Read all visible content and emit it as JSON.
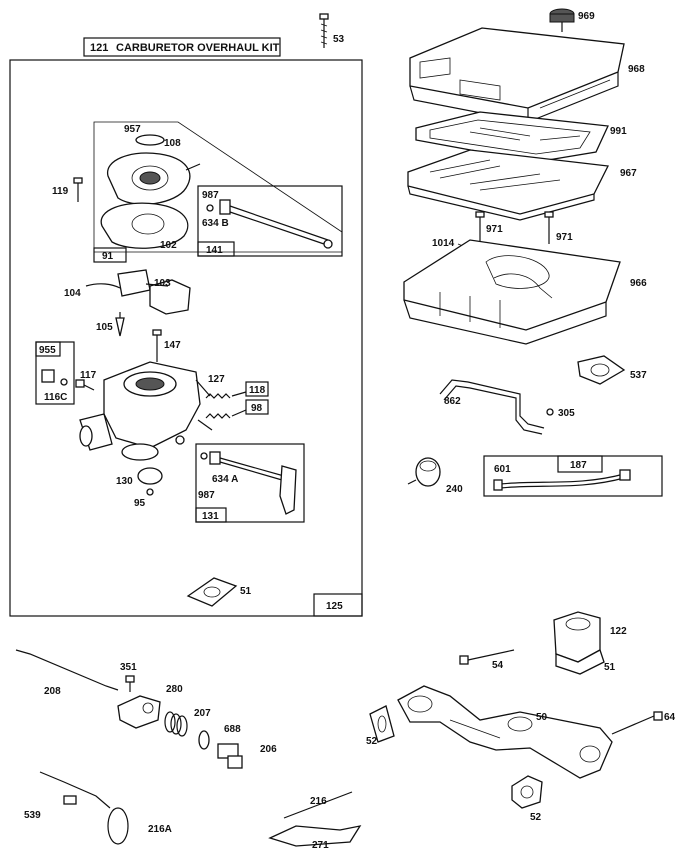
{
  "diagram": {
    "kit_title": "CARBURETOR OVERHAUL KIT",
    "kit_number": "121",
    "labels": {
      "p53": "53",
      "p969": "969",
      "p968": "968",
      "p991": "991",
      "p967": "967",
      "p971a": "971",
      "p971b": "971",
      "p1014": "1014",
      "p966": "966",
      "p537": "537",
      "p862": "862",
      "p305": "305",
      "p240": "240",
      "p601": "601",
      "p187": "187",
      "p957": "957",
      "p108": "108",
      "p119": "119",
      "p987a": "987",
      "p634b": "634 B",
      "p102": "102",
      "p91": "91",
      "p141": "141",
      "p104": "104",
      "p103": "103",
      "p105": "105",
      "p147": "147",
      "p955": "955",
      "p117": "117",
      "p116c": "116C",
      "p127": "127",
      "p118": "118",
      "p98": "98",
      "p130": "130",
      "p95": "95",
      "p987b": "987",
      "p634a": "634 A",
      "p131": "131",
      "p51a": "51",
      "p125": "125",
      "p351": "351",
      "p208": "208",
      "p280": "280",
      "p207": "207",
      "p688": "688",
      "p206": "206",
      "p539": "539",
      "p216a": "216A",
      "p216": "216",
      "p271": "271",
      "p54a": "54",
      "p122": "122",
      "p51b": "51",
      "p52a": "52",
      "p50": "50",
      "p64": "64",
      "p52b": "52"
    }
  }
}
